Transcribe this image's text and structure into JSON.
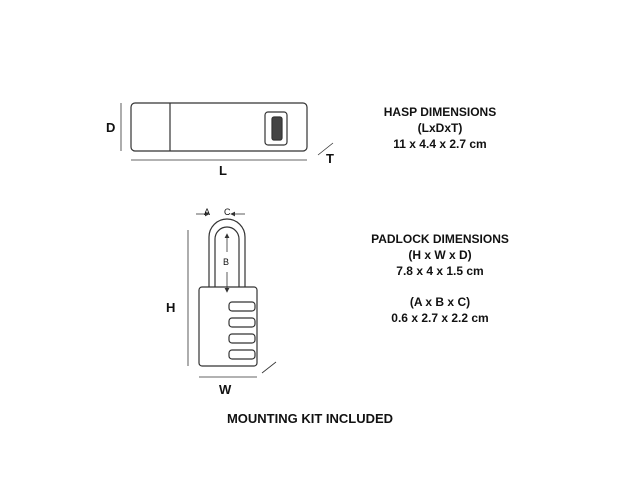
{
  "hasp": {
    "title": "HASP DIMENSIONS",
    "format": "(LxDxT)",
    "value": "11 x 4.4 x 2.7 cm",
    "label_d": "D",
    "label_l": "L",
    "label_t": "T"
  },
  "padlock": {
    "title": "PADLOCK DIMENSIONS",
    "format": "(H x W x D)",
    "value": "7.8 x 4 x 1.5 cm",
    "format2": "(A x B x C)",
    "value2": "0.6 x 2.7 x 2.2 cm",
    "label_h": "H",
    "label_w": "W",
    "label_a": "A",
    "label_b": "B",
    "label_c": "C"
  },
  "footer": "MOUNTING KIT INCLUDED",
  "colors": {
    "line": "#333333",
    "fill": "#ffffff"
  }
}
